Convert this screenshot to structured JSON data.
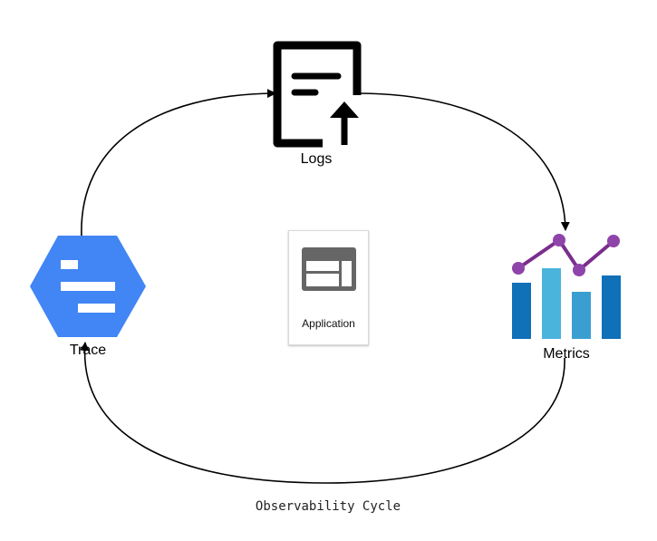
{
  "diagram": {
    "nodes": {
      "logs": {
        "label": "Logs",
        "icon": "log-upload-icon"
      },
      "metrics": {
        "label": "Metrics",
        "icon": "bar-line-chart-icon"
      },
      "trace": {
        "label": "Trace",
        "icon": "trace-hexagon-icon"
      },
      "application": {
        "label": "Application",
        "icon": "application-window-icon"
      }
    },
    "caption": "Observability Cycle",
    "edges": [
      {
        "from": "Logs",
        "to": "Metrics"
      },
      {
        "from": "Metrics",
        "to": "Trace"
      },
      {
        "from": "Trace",
        "to": "Logs"
      }
    ],
    "colors": {
      "trace_blue": "#4285f4",
      "metrics_dark_blue": "#1070b8",
      "metrics_light_blue": "#4bb4dc",
      "metrics_line_purple": "#7b2d8e",
      "app_icon_gray": "#666666"
    }
  }
}
